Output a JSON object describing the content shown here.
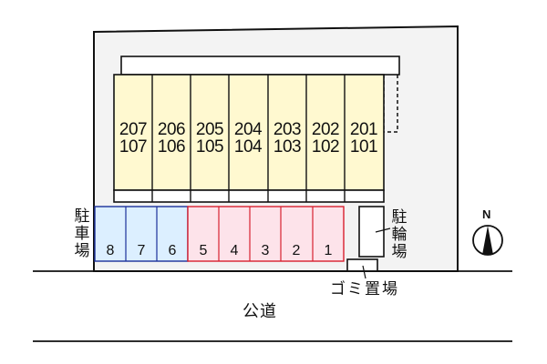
{
  "site": {
    "colors": {
      "lot_fill": "#f3f3f3",
      "unit_fill": "#fff9d0",
      "parking_blue_fill": "#dcefff",
      "parking_blue_stroke": "#1a2f9a",
      "parking_red_fill": "#fde3ea",
      "parking_red_stroke": "#d8202f",
      "line": "#111111"
    }
  },
  "building": {
    "units": [
      {
        "upper": "207",
        "lower": "107"
      },
      {
        "upper": "206",
        "lower": "106"
      },
      {
        "upper": "205",
        "lower": "105"
      },
      {
        "upper": "204",
        "lower": "104"
      },
      {
        "upper": "203",
        "lower": "103"
      },
      {
        "upper": "202",
        "lower": "102"
      },
      {
        "upper": "201",
        "lower": "101"
      }
    ]
  },
  "parking": {
    "label_chars": [
      "駐",
      "車",
      "場"
    ],
    "spaces": [
      {
        "num": "8",
        "type": "blue"
      },
      {
        "num": "7",
        "type": "blue"
      },
      {
        "num": "6",
        "type": "blue"
      },
      {
        "num": "5",
        "type": "red"
      },
      {
        "num": "4",
        "type": "red"
      },
      {
        "num": "3",
        "type": "red"
      },
      {
        "num": "2",
        "type": "red"
      },
      {
        "num": "1",
        "type": "red"
      }
    ]
  },
  "bicycle_parking": {
    "label_chars": [
      "駐",
      "輪",
      "場"
    ]
  },
  "garbage": {
    "label": "ゴミ置場"
  },
  "road": {
    "label": "公道"
  },
  "compass": {
    "icon": "north-arrow-icon",
    "label": "N"
  }
}
